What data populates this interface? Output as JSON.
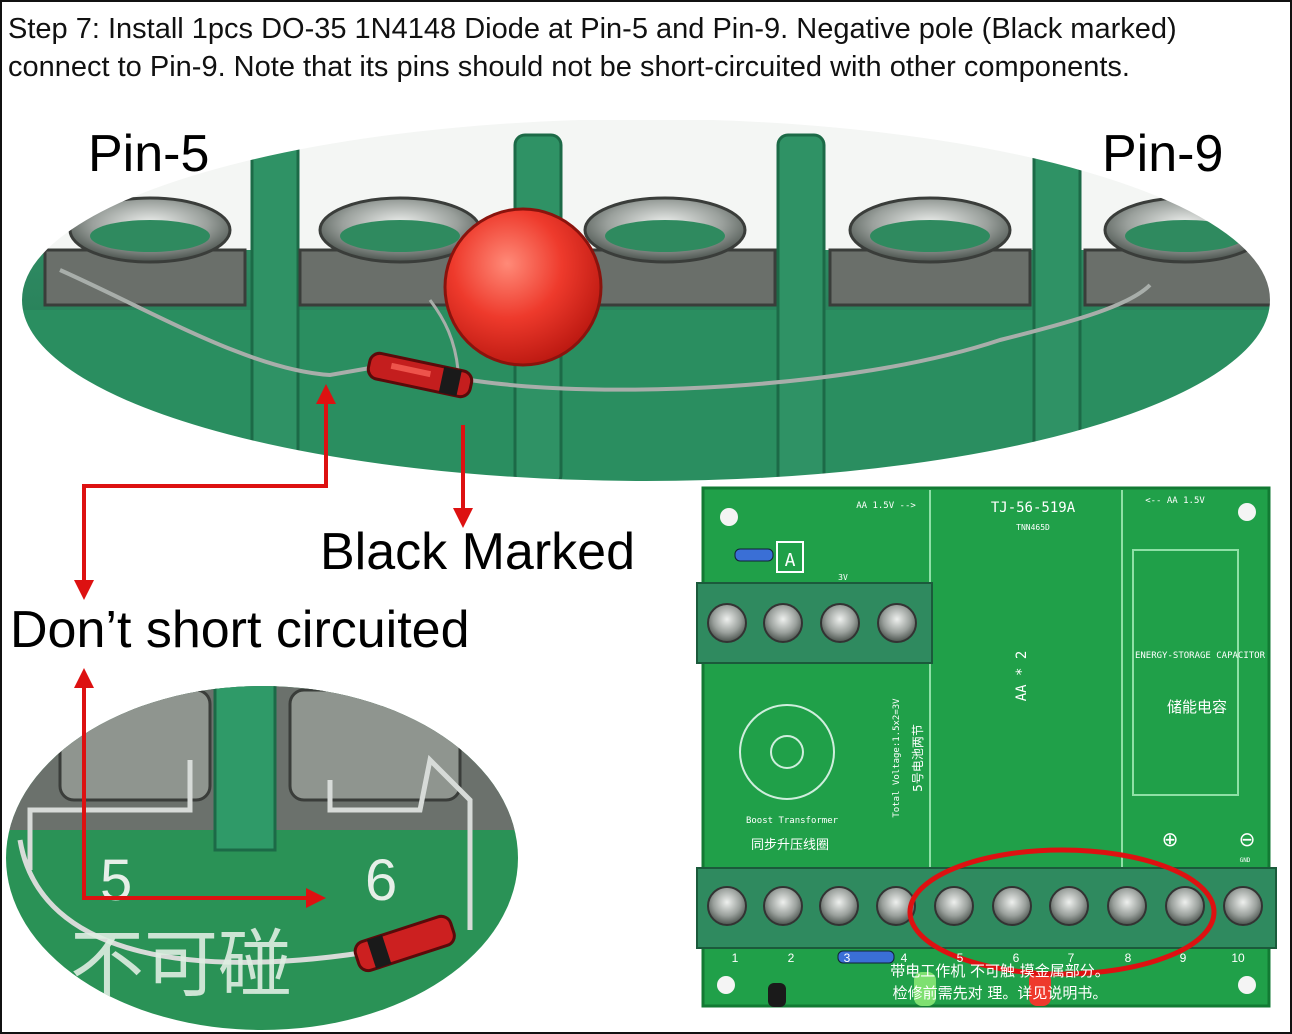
{
  "instruction": "Step 7: Install 1pcs DO-35 1N4148 Diode at Pin-5 and Pin-9. Negative pole (Black marked) connect to Pin-9. Note that its pins should not be short-circuited with other components.",
  "labels": {
    "pin5": "Pin-5",
    "pin9": "Pin-9",
    "black_marked": "Black Marked",
    "dont_short": "Don’t short circuited"
  },
  "board": {
    "model": "TJ-56-519A",
    "sub_model": "TNN465D",
    "aa_left": "AA 1.5V -->",
    "aa_right": "<-- AA 1.5V",
    "marker_a": "A",
    "label_3v": "3V",
    "aa_x2": "AA * 2",
    "total_voltage": "Total Voltage:1.5x2=3V",
    "total_voltage_cn": "5号电池两节",
    "capacitor_en": "ENERGY-STORAGE CAPACITOR",
    "capacitor_cn": "储能电容",
    "boost_en": "Boost Transformer",
    "boost_cn": "同步升压线圈",
    "plus": "⊕",
    "minus": "⊖",
    "gnd": "GND",
    "warning_cn": "带电工作机 不可触 摸金属部分。",
    "warning_cn2": "检修前需先对 理。详见说明书。",
    "pin_numbers": [
      "1",
      "2",
      "3",
      "4",
      "5",
      "6",
      "7",
      "8",
      "9",
      "10"
    ]
  },
  "zoom": {
    "pin5": "5",
    "pin6": "6",
    "cn_text": "不可碰"
  },
  "colors": {
    "board_green": "#2f8f5f",
    "pcb_green": "#1f9a4a",
    "arrow_red": "#dd1111",
    "led_red": "#e8332a"
  }
}
